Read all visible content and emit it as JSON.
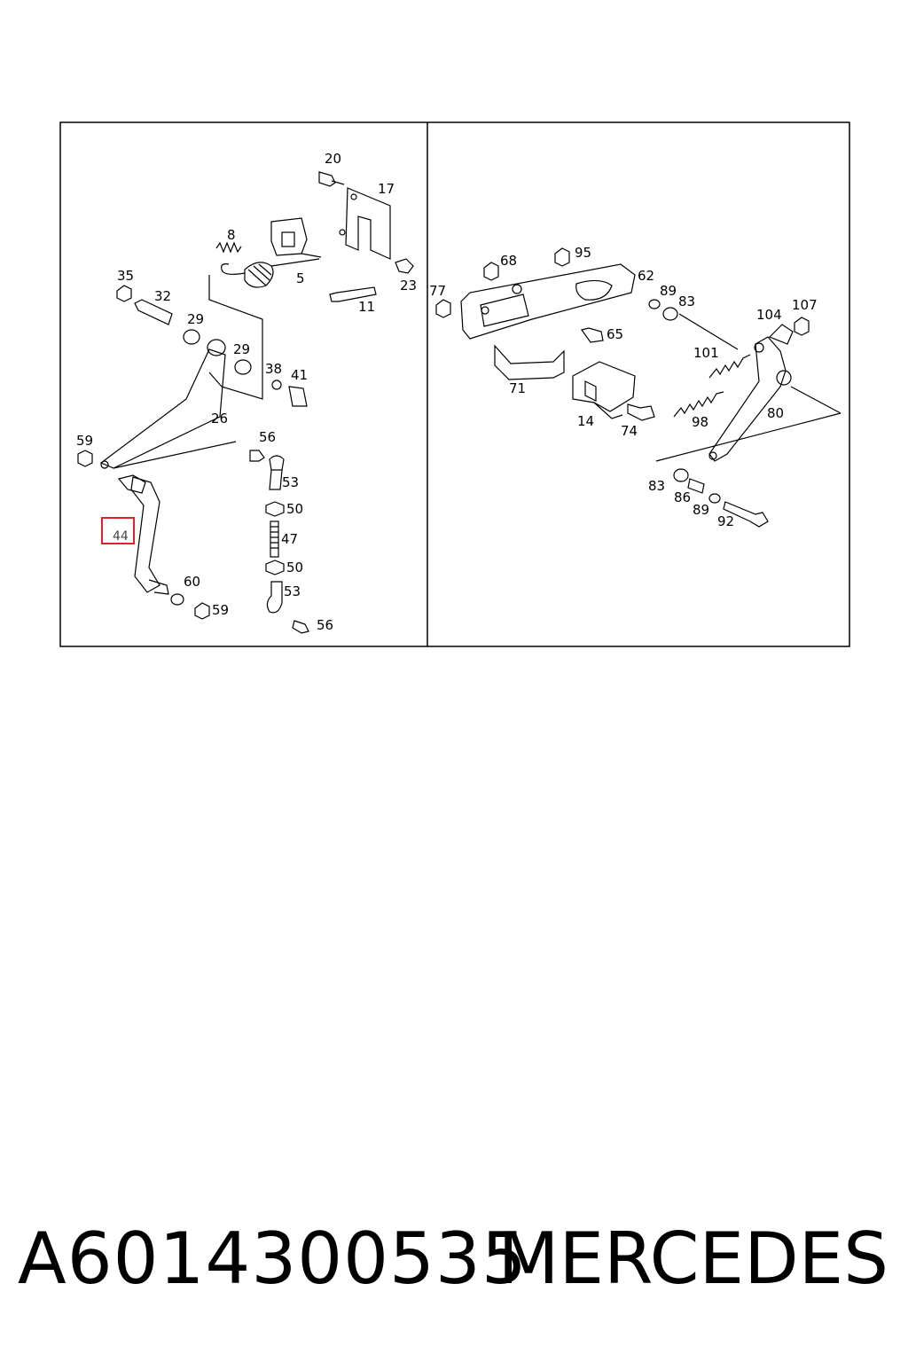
{
  "diagram": {
    "callouts_left": {
      "c20": "20",
      "c17": "17",
      "c8": "8",
      "c5": "5",
      "c23": "23",
      "c11": "11",
      "c35": "35",
      "c32": "32",
      "c29a": "29",
      "c29b": "29",
      "c38": "38",
      "c41": "41",
      "c26": "26",
      "c59a": "59",
      "c56a": "56",
      "c53a": "53",
      "c50a": "50",
      "c47": "47",
      "c50b": "50",
      "c53b": "53",
      "c44": "44",
      "c60": "60",
      "c59b": "59",
      "c56b": "56"
    },
    "callouts_right": {
      "c68": "68",
      "c95": "95",
      "c77": "77",
      "c62": "62",
      "c89a": "89",
      "c83a": "83",
      "c65": "65",
      "c104": "104",
      "c107": "107",
      "c101": "101",
      "c71": "71",
      "c14": "14",
      "c74": "74",
      "c98": "98",
      "c80": "80",
      "c83b": "83",
      "c86": "86",
      "c89b": "89",
      "c92": "92"
    },
    "highlighted_part": "44",
    "highlight_color": "#e0202a"
  },
  "caption": {
    "part_number": "A6014300535",
    "brand": "MERCEDES"
  }
}
